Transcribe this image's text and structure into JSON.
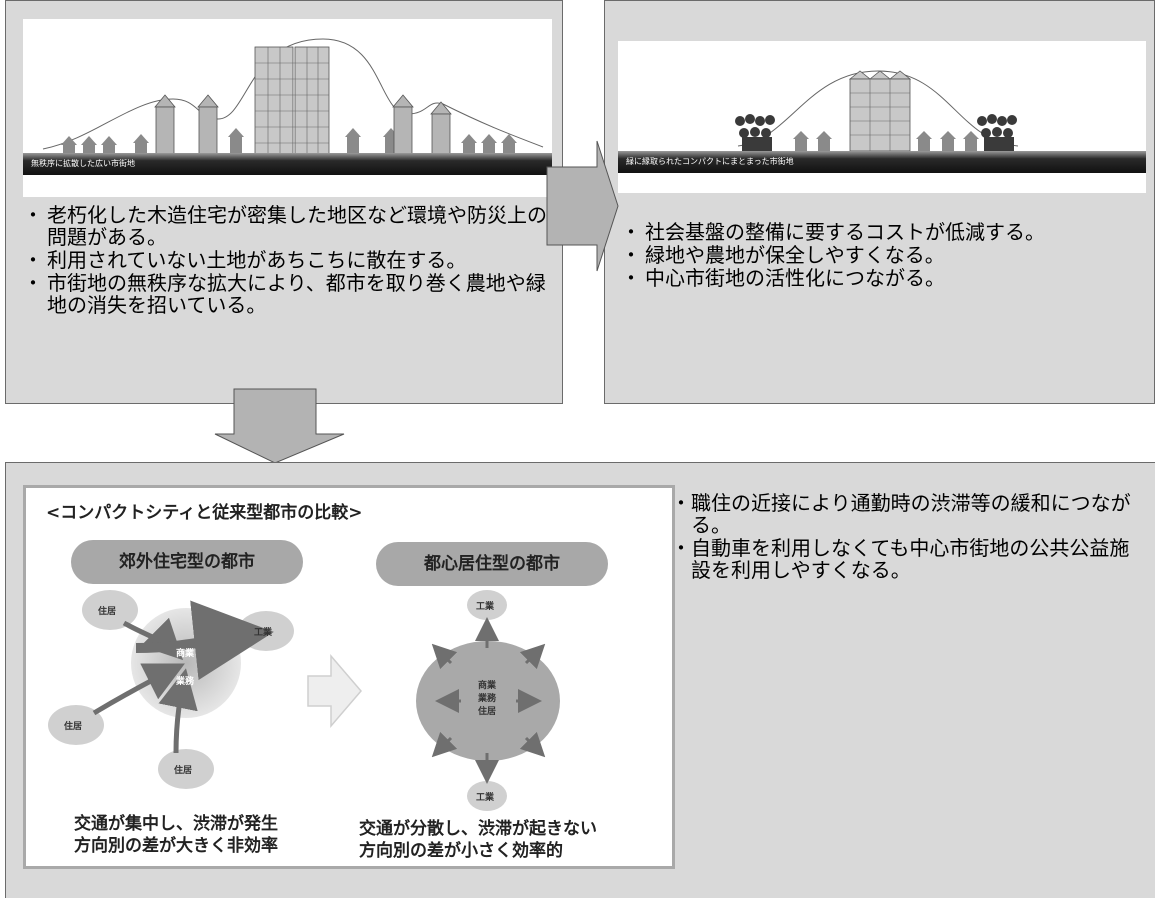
{
  "top_left": {
    "caption": "無秩序に拡散した広い市街地",
    "bullets": [
      "老朽化した木造住宅が密集した地区など環境や防災上の問題がある。",
      "利用されていない土地があちこちに散在する。",
      "市街地の無秩序な拡大により、都市を取り巻く農地や緑地の消失を招いている。"
    ]
  },
  "top_right": {
    "caption": "緑に縁取られたコンパクトにまとまった市街地",
    "bullets": [
      "社会基盤の整備に要するコストが低減する。",
      "緑地や農地が保全しやすくなる。",
      "中心市街地の活性化につながる。"
    ]
  },
  "bottom": {
    "diagram": {
      "title": "<コンパクトシティと従来型都市の比較>",
      "left_heading": "郊外住宅型の都市",
      "right_heading": "都心居住型の都市",
      "left_labels": {
        "residence": "住居",
        "industry": "工業",
        "center_commerce": "商業",
        "center_business": "業務"
      },
      "right_labels": {
        "industry": "工業",
        "center": [
          "商業",
          "業務",
          "住居"
        ]
      },
      "left_caption": [
        "交通が集中し、渋滞が発生",
        "方向別の差が大きく非効率"
      ],
      "right_caption": [
        "交通が分散し、渋滞が起きない",
        "方向別の差が小さく効率的"
      ]
    },
    "bullets": [
      "職住の近接により通勤時の渋滞等の緩和につながる。",
      "自動車を利用しなくても中心市街地の公共公益施設を利用しやすくなる。"
    ]
  },
  "colors": {
    "panel": "#d9d9d9",
    "border": "#6b6b6b",
    "arrow": "#b3b3b3",
    "pill": "#a8a8a8"
  }
}
